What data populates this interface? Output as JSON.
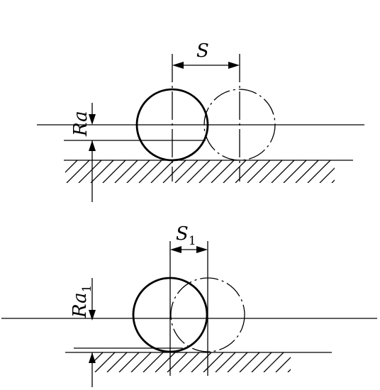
{
  "top_figure": {
    "label_spacing": "S",
    "label_roughness": "Ra"
  },
  "bottom_figure": {
    "label_spacing": "S",
    "label_spacing_sub": "1",
    "label_roughness": "Ra",
    "label_roughness_sub": "1"
  },
  "colors": {
    "line": "#000000",
    "background": "#ffffff"
  }
}
